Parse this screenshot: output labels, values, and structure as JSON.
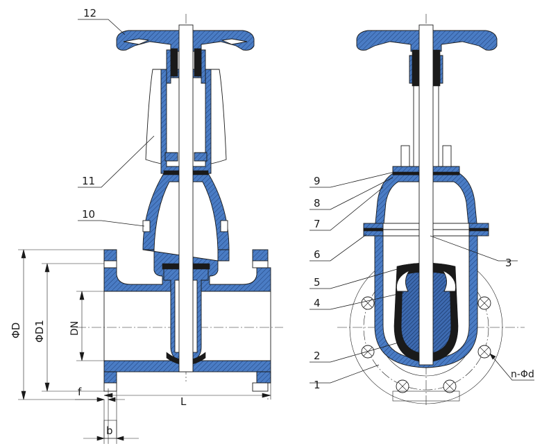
{
  "callouts": {
    "c1": "1",
    "c2": "2",
    "c3": "3",
    "c4": "4",
    "c5": "5",
    "c6": "6",
    "c7": "7",
    "c8": "8",
    "c9": "9",
    "c10": "10",
    "c11": "11",
    "c12": "12"
  },
  "dimensions": {
    "phi_d": "ΦD",
    "phi_d1": "ΦD1",
    "dn": "DN",
    "l": "L",
    "f": "f",
    "b": "b",
    "holes": "n-Φd"
  }
}
